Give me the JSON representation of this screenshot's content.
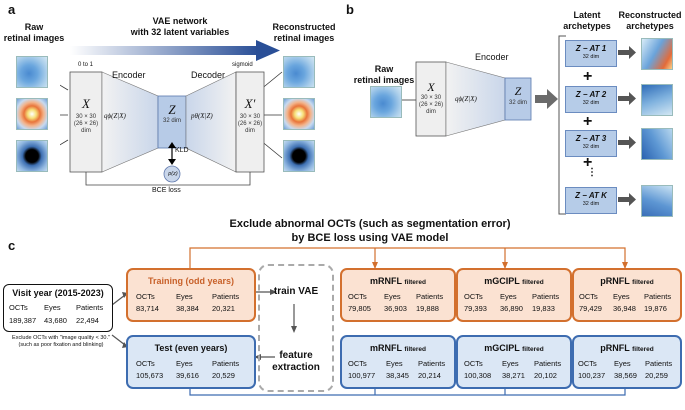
{
  "panel_a": {
    "letter": "a",
    "raw_label": "Raw\nretinal images",
    "network_title": "VAE network\nwith 32 latent variables",
    "recon_label": "Reconstructed\nretinal images",
    "range_label": "0 to 1",
    "encoder": "Encoder",
    "decoder": "Decoder",
    "sigmoid": "sigmoid",
    "x_symbol": "X",
    "x_dim": "30 × 30\n(26 × 26)\ndim",
    "q_label": "qϕ(Z|X)",
    "z_symbol": "Z",
    "z_dim": "32 dim",
    "p_label": "pθ(X|Z)",
    "xp_symbol": "X′",
    "xp_dim": "30 × 30\n(26 × 26)\ndim",
    "kld": "KLD",
    "prior": "p(z)",
    "bce": "BCE loss"
  },
  "panel_b": {
    "letter": "b",
    "raw_label": "Raw\nretinal images",
    "encoder": "Encoder",
    "x_symbol": "X",
    "x_dim": "30 × 30\n(26 × 26)\ndim",
    "q_label": "qϕ(Z|X)",
    "z_symbol": "Z",
    "z_dim": "32 dim",
    "latent_header": "Latent\narchetypes",
    "recon_header": "Reconstructed\narchetypes",
    "archetypes": [
      {
        "label": "Z − AT 1",
        "sub": "32 dim"
      },
      {
        "label": "Z − AT 2",
        "sub": "32 dim"
      },
      {
        "label": "Z − AT 3",
        "sub": "32 dim"
      },
      {
        "label": "Z − AT K",
        "sub": "32 dim"
      }
    ],
    "plus": "+",
    "ellipsis": "⋮"
  },
  "panel_c": {
    "letter": "c",
    "title_line1": "Exclude abnormal OCTs (such as segmentation error)",
    "title_line2": "by BCE loss using VAE model",
    "visit": {
      "title": "Visit year (2015-2023)",
      "headers": [
        "OCTs",
        "Eyes",
        "Patients"
      ],
      "values": [
        "189,387",
        "43,680",
        "22,494"
      ]
    },
    "exclude_note": "Exclude OCTs with \"image quality < 30.\"\n(such as poor fixation and blinking)",
    "training": {
      "title": "Training (odd years)",
      "headers": [
        "OCTs",
        "Eyes",
        "Patients"
      ],
      "values": [
        "83,714",
        "38,384",
        "20,321"
      ]
    },
    "test": {
      "title": "Test (even years)",
      "headers": [
        "OCTs",
        "Eyes",
        "Patients"
      ],
      "values": [
        "105,673",
        "39,616",
        "20,529"
      ]
    },
    "train_vae": "train VAE",
    "feature_extraction": "feature\nextraction",
    "filtered_suffix": "filtered",
    "top": [
      {
        "name": "mRNFL",
        "values": [
          "79,805",
          "36,903",
          "19,888"
        ]
      },
      {
        "name": "mGCIPL",
        "values": [
          "79,393",
          "36,890",
          "19,833"
        ]
      },
      {
        "name": "pRNFL",
        "values": [
          "79,429",
          "36,948",
          "19,876"
        ]
      }
    ],
    "bottom": [
      {
        "name": "mRNFL",
        "values": [
          "100,977",
          "38,345",
          "20,214"
        ]
      },
      {
        "name": "mGCIPL",
        "values": [
          "100,308",
          "38,271",
          "20,102"
        ]
      },
      {
        "name": "pRNFL",
        "values": [
          "100,237",
          "38,569",
          "20,259"
        ]
      }
    ],
    "headers": [
      "OCTs",
      "Eyes",
      "Patients"
    ]
  },
  "colors": {
    "orange": "#d3702e",
    "orange_fill": "#fbe2d2",
    "blue": "#3d6cb0",
    "blue_fill": "#dbe7f5",
    "arrow_navy": "#2a4f97"
  }
}
